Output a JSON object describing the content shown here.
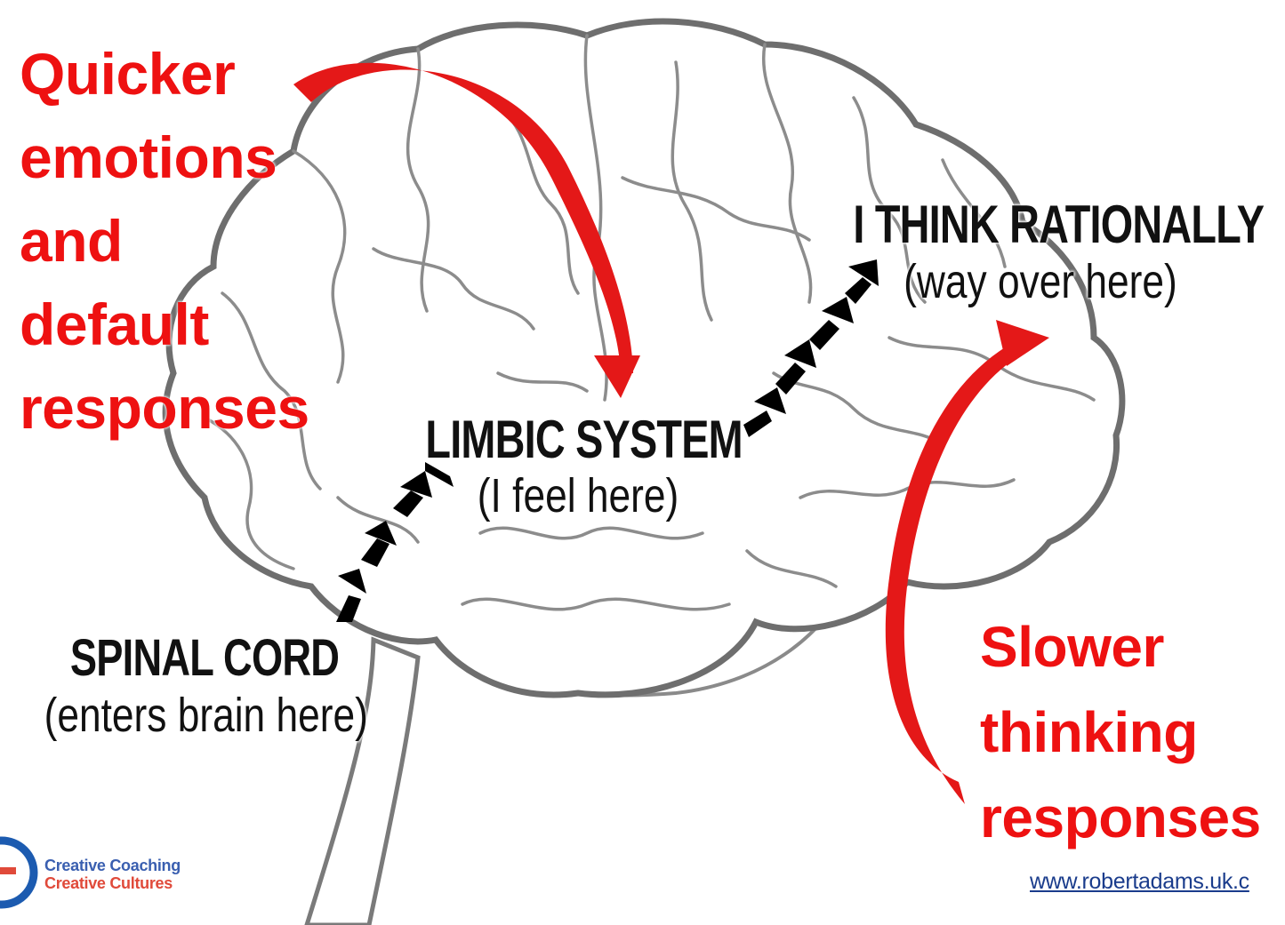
{
  "left_text": {
    "lines": [
      "Quicker",
      "emotions",
      "and",
      "default",
      "responses"
    ]
  },
  "right_text": {
    "lines": [
      "Slower",
      "thinking",
      "responses"
    ]
  },
  "limbic": {
    "title": "LIMBIC SYSTEM",
    "sub": "(I feel here)"
  },
  "rational": {
    "title": "I THINK RATIONALLY",
    "sub": "(way over here)"
  },
  "spinal": {
    "title": "SPINAL CORD",
    "sub": "(enters brain here)"
  },
  "logo": {
    "line1": "Creative Coaching",
    "line2": "Creative Cultures"
  },
  "website": "www.robertadams.uk.c",
  "colors": {
    "accent_red": "#ee1111",
    "brain_outline": "#7a7a7a",
    "arrow_black": "#000000",
    "logo_blue": "#1c5bb0",
    "link_blue": "#1a3c8c"
  }
}
